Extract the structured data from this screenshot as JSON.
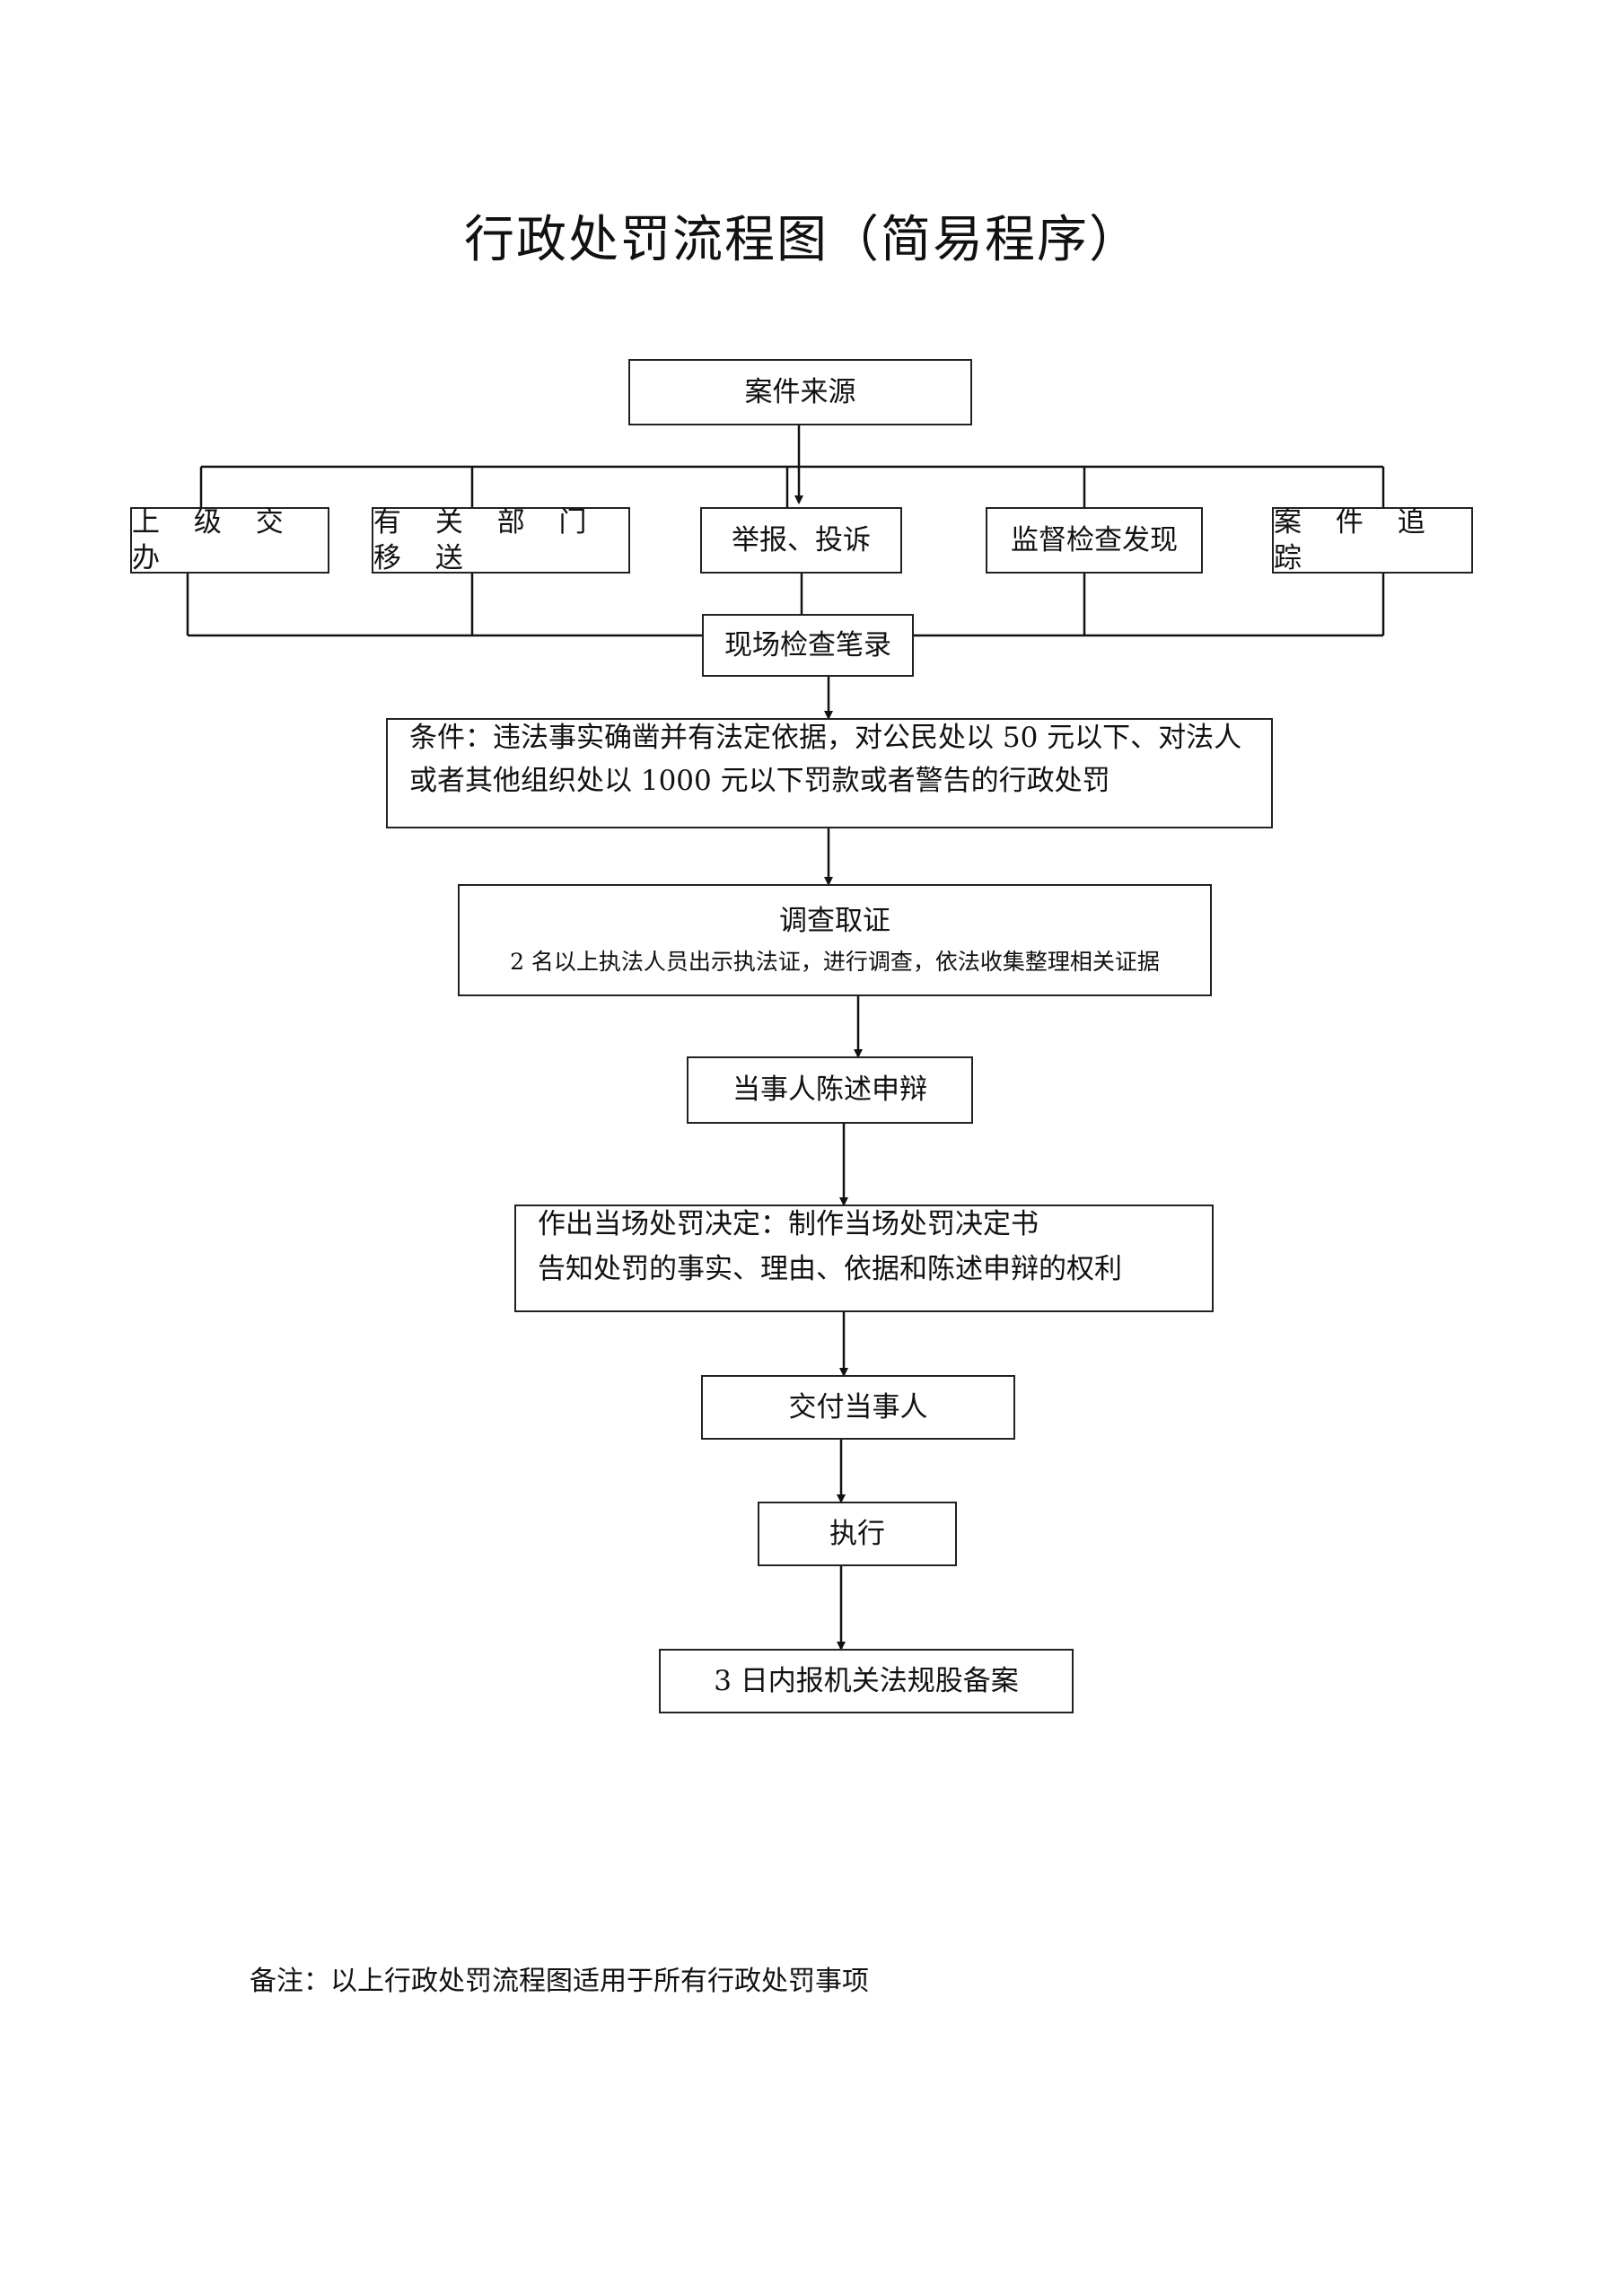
{
  "title": "行政处罚流程图（简易程序）",
  "nodes": {
    "source": "案件来源",
    "src1": "上 级 交 办",
    "src2": "有 关 部 门 移 送",
    "src3": "举报、投诉",
    "src4": "监督检查发现",
    "src5": "案 件 追 踪",
    "record": "现场检查笔录",
    "condition_line1": "条件：违法事实确凿并有法定依据，对公民处以 50 元以下、对法人",
    "condition_line2": "或者其他组织处以 1000 元以下罚款或者警告的行政处罚",
    "investigate_title": "调查取证",
    "investigate_detail": "2 名以上执法人员出示执法证，进行调查，依法收集整理相关证据",
    "statement": "当事人陈述申辩",
    "decision_line1": "作出当场处罚决定：制作当场处罚决定书",
    "decision_line2": "告知处罚的事实、理由、依据和陈述申辩的权利",
    "deliver": "交付当事人",
    "execute": "执行",
    "file": "3 日内报机关法规股备案"
  },
  "note": "备注：以上行政处罚流程图适用于所有行政处罚事项"
}
